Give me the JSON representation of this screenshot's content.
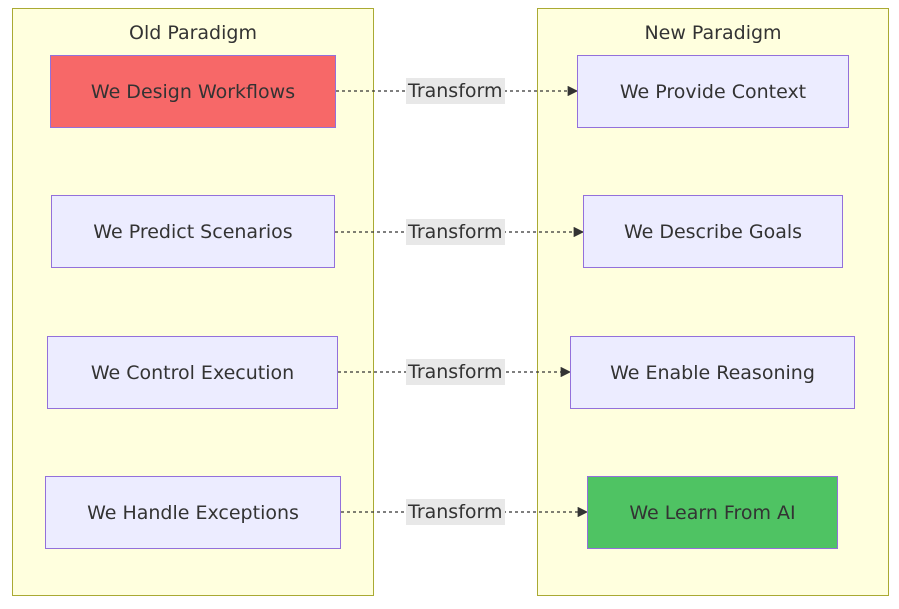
{
  "groups": {
    "old": {
      "title": "Old Paradigm"
    },
    "new": {
      "title": "New Paradigm"
    }
  },
  "nodes": {
    "old": [
      {
        "label": "We Design Workflows",
        "fill": "#f76868",
        "stroke": "#9370db"
      },
      {
        "label": "We Predict Scenarios",
        "fill": "#ececff",
        "stroke": "#9370db"
      },
      {
        "label": "We Control Execution",
        "fill": "#ececff",
        "stroke": "#9370db"
      },
      {
        "label": "We Handle Exceptions",
        "fill": "#ececff",
        "stroke": "#9370db"
      }
    ],
    "new": [
      {
        "label": "We Provide Context",
        "fill": "#ececff",
        "stroke": "#9370db"
      },
      {
        "label": "We Describe Goals",
        "fill": "#ececff",
        "stroke": "#9370db"
      },
      {
        "label": "We Enable Reasoning",
        "fill": "#ececff",
        "stroke": "#9370db"
      },
      {
        "label": "We Learn From AI",
        "fill": "#4fc363",
        "stroke": "#9370db"
      }
    ]
  },
  "edges": [
    {
      "label": "Transform"
    },
    {
      "label": "Transform"
    },
    {
      "label": "Transform"
    },
    {
      "label": "Transform"
    }
  ],
  "colors": {
    "group_fill": "#ffffde",
    "group_border": "#aaaa33",
    "edge_line": "#333333",
    "edge_label_bg": "#e8e8e8",
    "text": "#333333"
  }
}
